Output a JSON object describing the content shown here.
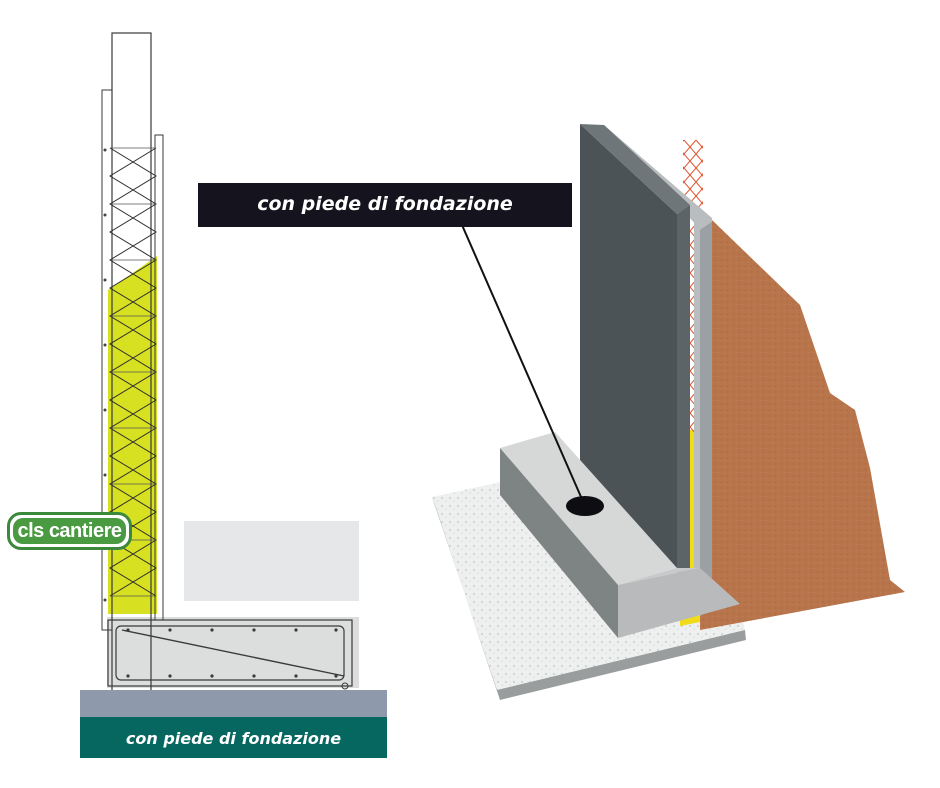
{
  "labels": {
    "top_callout": "con piede di fondazione",
    "bottom_banner": "con piede di fondazione",
    "badge": "cls cantiere"
  },
  "colors": {
    "fill_yellow": "#d7e021",
    "wall_dark": "#4b5356",
    "soil_brown": "#b8744a",
    "base_slate": "#8e9aab",
    "banner_teal": "#05675f",
    "callout_black": "#15131d",
    "badge_green": "#4a9a42",
    "rebar_red": "#e0502a"
  }
}
